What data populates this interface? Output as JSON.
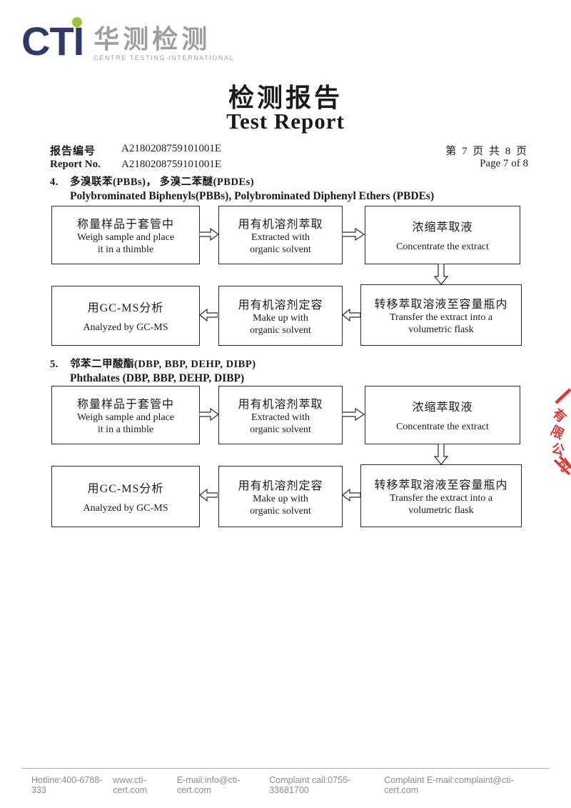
{
  "logo": {
    "cti": "CTI",
    "cn": "华测检测",
    "sub": "CENTRE TESTING INTERNATIONAL"
  },
  "title": {
    "cn": "检测报告",
    "en": "Test Report"
  },
  "report_info": {
    "label_cn": "报告编号",
    "label_en": "Report No.",
    "number_line1": "A2180208759101001E",
    "number_line2": "A2180208759101001E",
    "page_cn": "第 7 页  共 8 页",
    "page_en": "Page 7 of 8"
  },
  "sections": [
    {
      "num": "4.",
      "heading_cn": "多溴联苯(PBBs)，  多溴二苯醚(PBDEs)",
      "heading_en": "Polybrominated Biphenyls(PBBs), Polybrominated Diphenyl Ethers (PBDEs)",
      "flow": {
        "box1": {
          "cn": "称量样品于套管中",
          "en": "Weigh sample and place\nit in a thimble"
        },
        "box2": {
          "cn": "用有机溶剂萃取",
          "en": "Extracted with\norganic solvent"
        },
        "box3": {
          "cn": "浓缩萃取液",
          "en": "Concentrate the extract"
        },
        "box4": {
          "cn": "转移萃取溶液至容量瓶内",
          "en": "Transfer the extract into a\nvolumetric flask"
        },
        "box5": {
          "cn": "用有机溶剂定容",
          "en": "Make up with\norganic solvent"
        },
        "box6": {
          "cn": "用GC-MS分析",
          "en": "Analyzed by GC-MS"
        }
      }
    },
    {
      "num": "5.",
      "heading_cn": "邻苯二甲酸酯(DBP, BBP, DEHP, DIBP)",
      "heading_en": "Phthalates (DBP, BBP, DEHP, DIBP)",
      "flow": {
        "box1": {
          "cn": "称量样品于套管中",
          "en": "Weigh sample and place\nit in a thimble"
        },
        "box2": {
          "cn": "用有机溶剂萃取",
          "en": "Extracted with\norganic solvent"
        },
        "box3": {
          "cn": "浓缩萃取液",
          "en": "Concentrate the extract"
        },
        "box4": {
          "cn": "转移萃取溶液至容量瓶内",
          "en": "Transfer the extract into a\nvolumetric flask"
        },
        "box5": {
          "cn": "用有机溶剂定容",
          "en": "Make up with\norganic solvent"
        },
        "box6": {
          "cn": "用GC-MS分析",
          "en": "Analyzed by GC-MS"
        }
      }
    }
  ],
  "stamp": {
    "chars": [
      "有",
      "限",
      "公",
      "司"
    ],
    "color": "#e8302e"
  },
  "footer": {
    "items": [
      "Hotline:400-6788-333",
      "www.cti-cert.com",
      "E-mail:info@cti-cert.com",
      "Complaint call:0755-33681700",
      "Complaint E-mail:complaint@cti-cert.com"
    ]
  },
  "colors": {
    "logo_navy": "#2e3a6a",
    "logo_green": "#9dc53c",
    "logo_gray": "#9e9e9e",
    "stamp_red": "#e8302e",
    "footer_gray": "#8d8d8d"
  }
}
